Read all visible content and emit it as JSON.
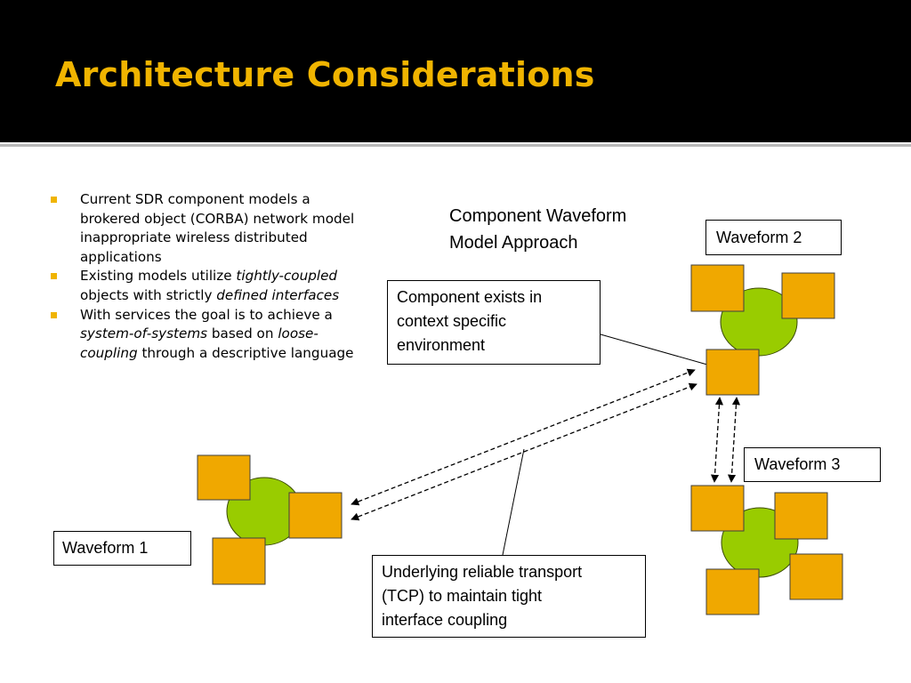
{
  "slide": {
    "title": "Architecture Considerations",
    "accent_color": "#f0b400",
    "header_background": "#000000"
  },
  "bullets": [
    {
      "segments": [
        {
          "text": "Current SDR component models a brokered object (CORBA) network model inappropriate wireless distributed applications",
          "italic": false
        }
      ]
    },
    {
      "segments": [
        {
          "text": "Existing models utilize ",
          "italic": false
        },
        {
          "text": "tightly-coupled",
          "italic": true
        },
        {
          "text": " objects with strictly ",
          "italic": false
        },
        {
          "text": "defined interfaces",
          "italic": true
        }
      ]
    },
    {
      "segments": [
        {
          "text": "With services the goal is to achieve a ",
          "italic": false
        },
        {
          "text": "system-of-systems",
          "italic": true
        },
        {
          "text": " based on ",
          "italic": false
        },
        {
          "text": "loose-coupling",
          "italic": true
        },
        {
          "text": " through a descriptive language",
          "italic": false
        }
      ]
    }
  ],
  "diagram": {
    "title": "Component Waveform\nModel Approach",
    "waveform_labels": {
      "waveform_1": "Waveform 1",
      "waveform_2": "Waveform 2",
      "waveform_3": "Waveform 3"
    },
    "callouts": {
      "context": "Component exists in\ncontext specific\nenvironment",
      "transport": "Underlying reliable transport\n(TCP) to maintain tight\ninterface coupling"
    },
    "colors": {
      "component_fill": "#f0a800",
      "component_stroke": "#404040",
      "core_fill": "#99cc00",
      "core_stroke": "#3a4a00"
    }
  }
}
